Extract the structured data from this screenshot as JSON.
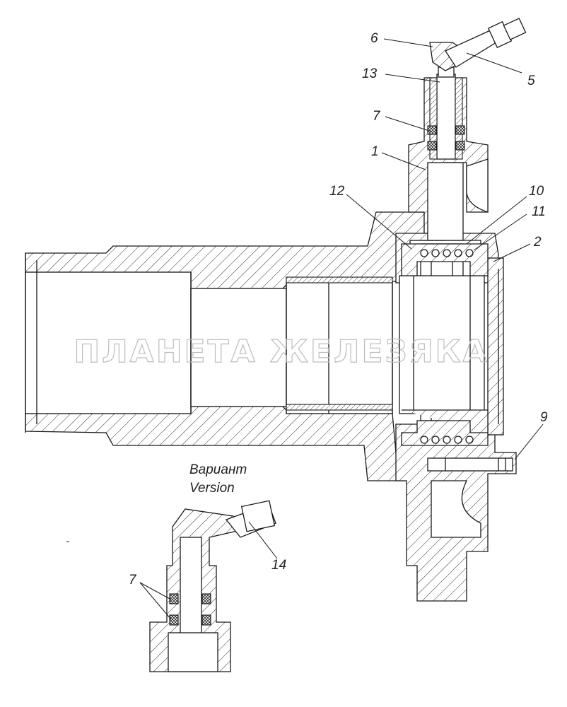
{
  "title": "",
  "watermark": "ПЛАНЕТА ЖЕЛЕЗЯКА",
  "variant_caption": {
    "line1": "Вариант",
    "line2": "Version"
  },
  "callouts": [
    {
      "id": "c6",
      "text": "6"
    },
    {
      "id": "c5",
      "text": "5"
    },
    {
      "id": "c13",
      "text": "13"
    },
    {
      "id": "c7a",
      "text": "7"
    },
    {
      "id": "c1",
      "text": "1"
    },
    {
      "id": "c12",
      "text": "12"
    },
    {
      "id": "c10",
      "text": "10"
    },
    {
      "id": "c11",
      "text": "11"
    },
    {
      "id": "c2",
      "text": "2"
    },
    {
      "id": "c9",
      "text": "9"
    },
    {
      "id": "c14",
      "text": "14"
    },
    {
      "id": "c7b",
      "text": "7"
    }
  ],
  "colors": {
    "line": "#1a1a1a",
    "background": "#ffffff",
    "watermark": "#bdbdbd"
  }
}
